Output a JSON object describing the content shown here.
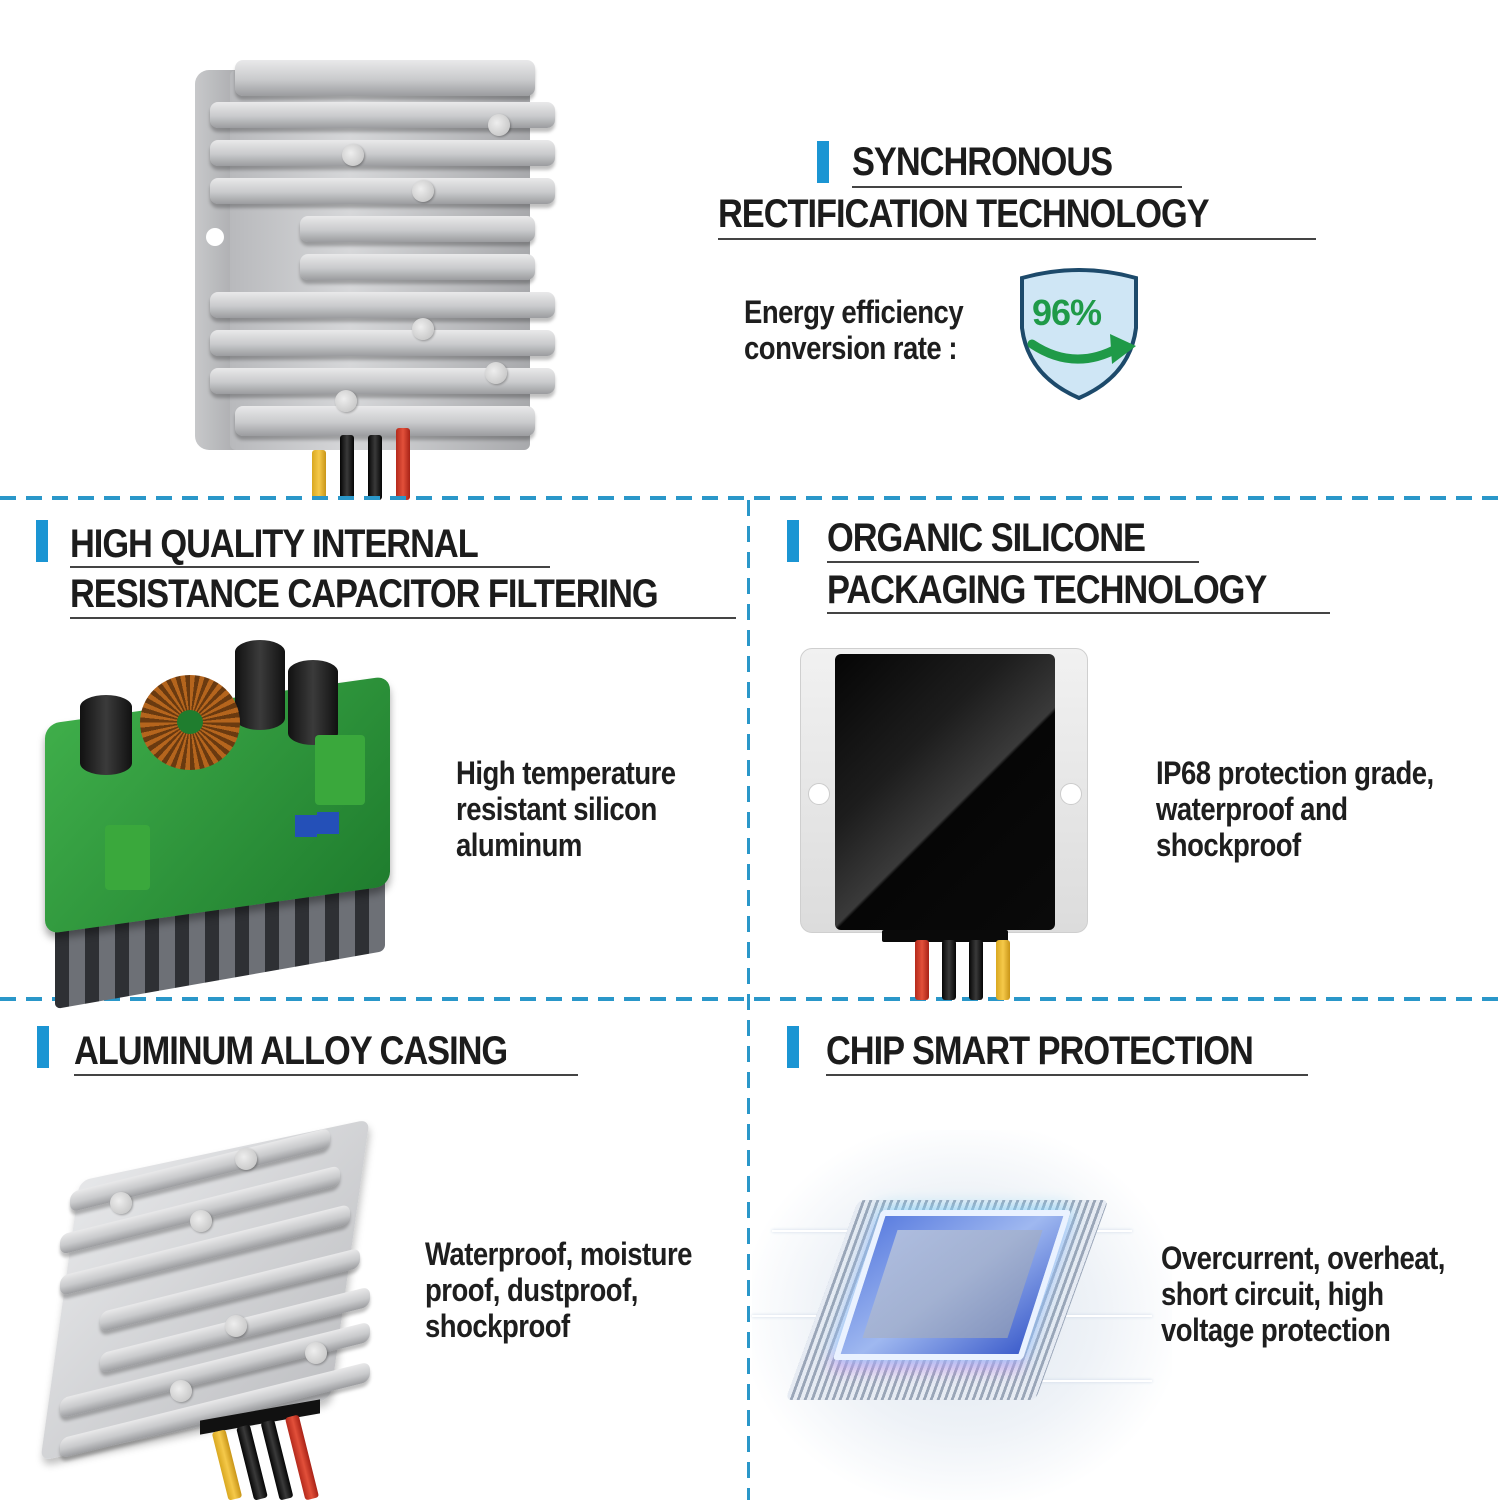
{
  "colors": {
    "accent_blue": "#1b95d3",
    "divider_blue": "#2a97c9",
    "heading_text": "#1c1c1c",
    "badge_green": "#1f9a48",
    "badge_fill": "#cfe6f5",
    "badge_border": "#1d4a6b"
  },
  "top": {
    "heading": [
      "SYNCHRONOUS",
      "RECTIFICATION TECHNOLOGY"
    ],
    "efficiency_label": [
      "Energy efficiency",
      "conversion rate :"
    ],
    "badge": {
      "value": "96%",
      "icon": "shield-arrow-icon"
    },
    "image": "aluminum-heatsink-converter-image"
  },
  "sections": [
    {
      "id": "capacitor",
      "heading": [
        "HIGH QUALITY INTERNAL",
        "RESISTANCE CAPACITOR FILTERING"
      ],
      "description": [
        "High temperature",
        "resistant silicon",
        "aluminum"
      ],
      "image": "pcb-board-image"
    },
    {
      "id": "silicone",
      "heading": [
        "ORGANIC SILICONE",
        "PACKAGING TECHNOLOGY"
      ],
      "description": [
        "IP68 protection grade,",
        "waterproof and",
        "shockproof"
      ],
      "image": "black-potted-module-image"
    },
    {
      "id": "casing",
      "heading": [
        "ALUMINUM ALLOY CASING"
      ],
      "description": [
        "Waterproof, moisture",
        "proof, dustproof,",
        "shockproof"
      ],
      "image": "aluminum-casing-image"
    },
    {
      "id": "chip",
      "heading": [
        "CHIP SMART PROTECTION"
      ],
      "description": [
        "Overcurrent, overheat,",
        "short circuit, high",
        "voltage protection"
      ],
      "image": "glowing-chip-image"
    }
  ]
}
